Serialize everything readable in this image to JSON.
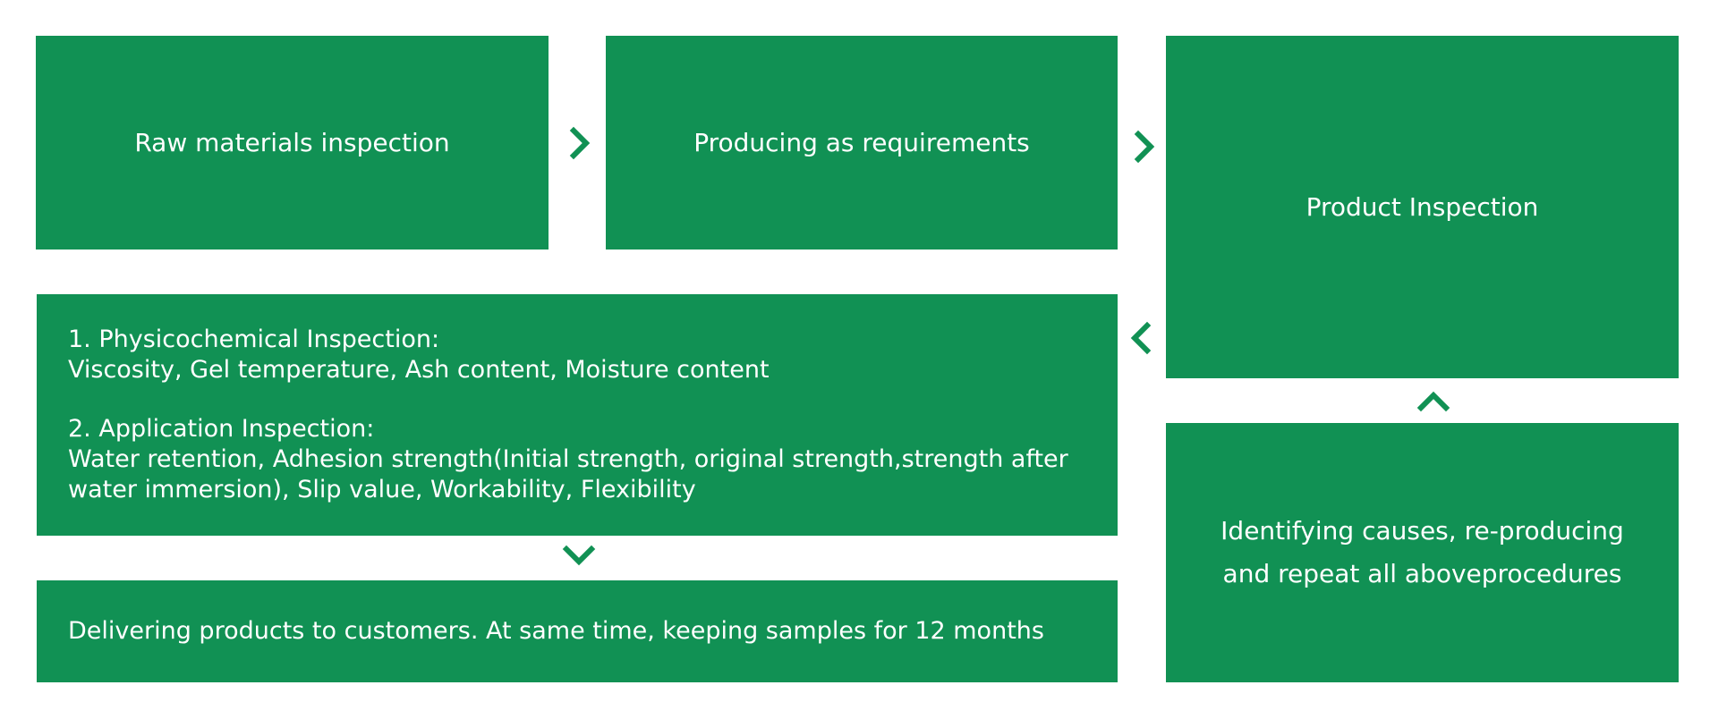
{
  "steps": {
    "raw_materials": "Raw materials inspection",
    "producing": "Producing as requirements",
    "product_inspection": "Product Inspection",
    "inspection_details": {
      "physicochemical_title": "1. Physicochemical Inspection:",
      "physicochemical_items": "Viscosity, Gel temperature, Ash content, Moisture content",
      "application_title": "2. Application Inspection:",
      "application_items_line1": "Water retention, Adhesion strength(Initial strength, original strength,strength after",
      "application_items_line2": "water immersion), Slip value, Workability, Flexibility"
    },
    "delivering": "Delivering products to customers. At same time, keeping samples for 12 months",
    "identifying_causes": "Identifying causes, re-producing\nand repeat all aboveprocedures"
  },
  "colors": {
    "box_fill": "#119154",
    "text": "#ffffff",
    "arrow": "#119154"
  },
  "icons": {
    "right": "chevron-right-icon",
    "left": "chevron-left-icon",
    "up": "chevron-up-icon",
    "down": "chevron-down-icon"
  }
}
